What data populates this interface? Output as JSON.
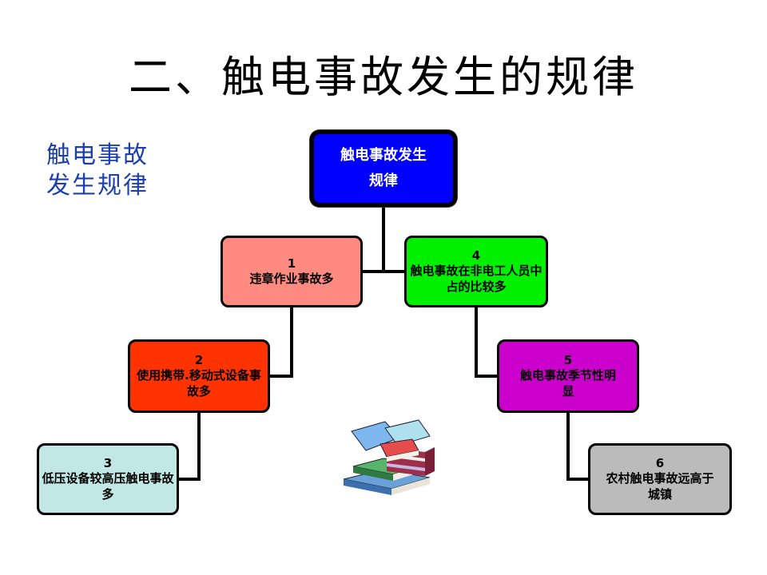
{
  "title": "二、触电事故发生的规律",
  "subtitle_lines": [
    "触电事故",
    "发生规律"
  ],
  "root": {
    "text": "触电事故发生规律",
    "color": "#0000ff"
  },
  "nodes": [
    {
      "num": "1",
      "text": "违章作业事故多",
      "color": "#ff8a80"
    },
    {
      "num": "2",
      "text": "使用携带.移动式设备事故多",
      "color": "#ff3300"
    },
    {
      "num": "3",
      "text": "低压设备较高压触电事故多",
      "color": "#c2e8e5"
    },
    {
      "num": "4",
      "text": "触电事故在非电工人员中占的比较多",
      "color": "#00f000"
    },
    {
      "num": "5",
      "text": "触电事故季节性明显",
      "color": "#cc00cc"
    },
    {
      "num": "6",
      "text": "农村触电事故远高于城镇",
      "color": "#bbbbbb"
    }
  ],
  "decor": {
    "books_icon": "books-stack-icon"
  }
}
